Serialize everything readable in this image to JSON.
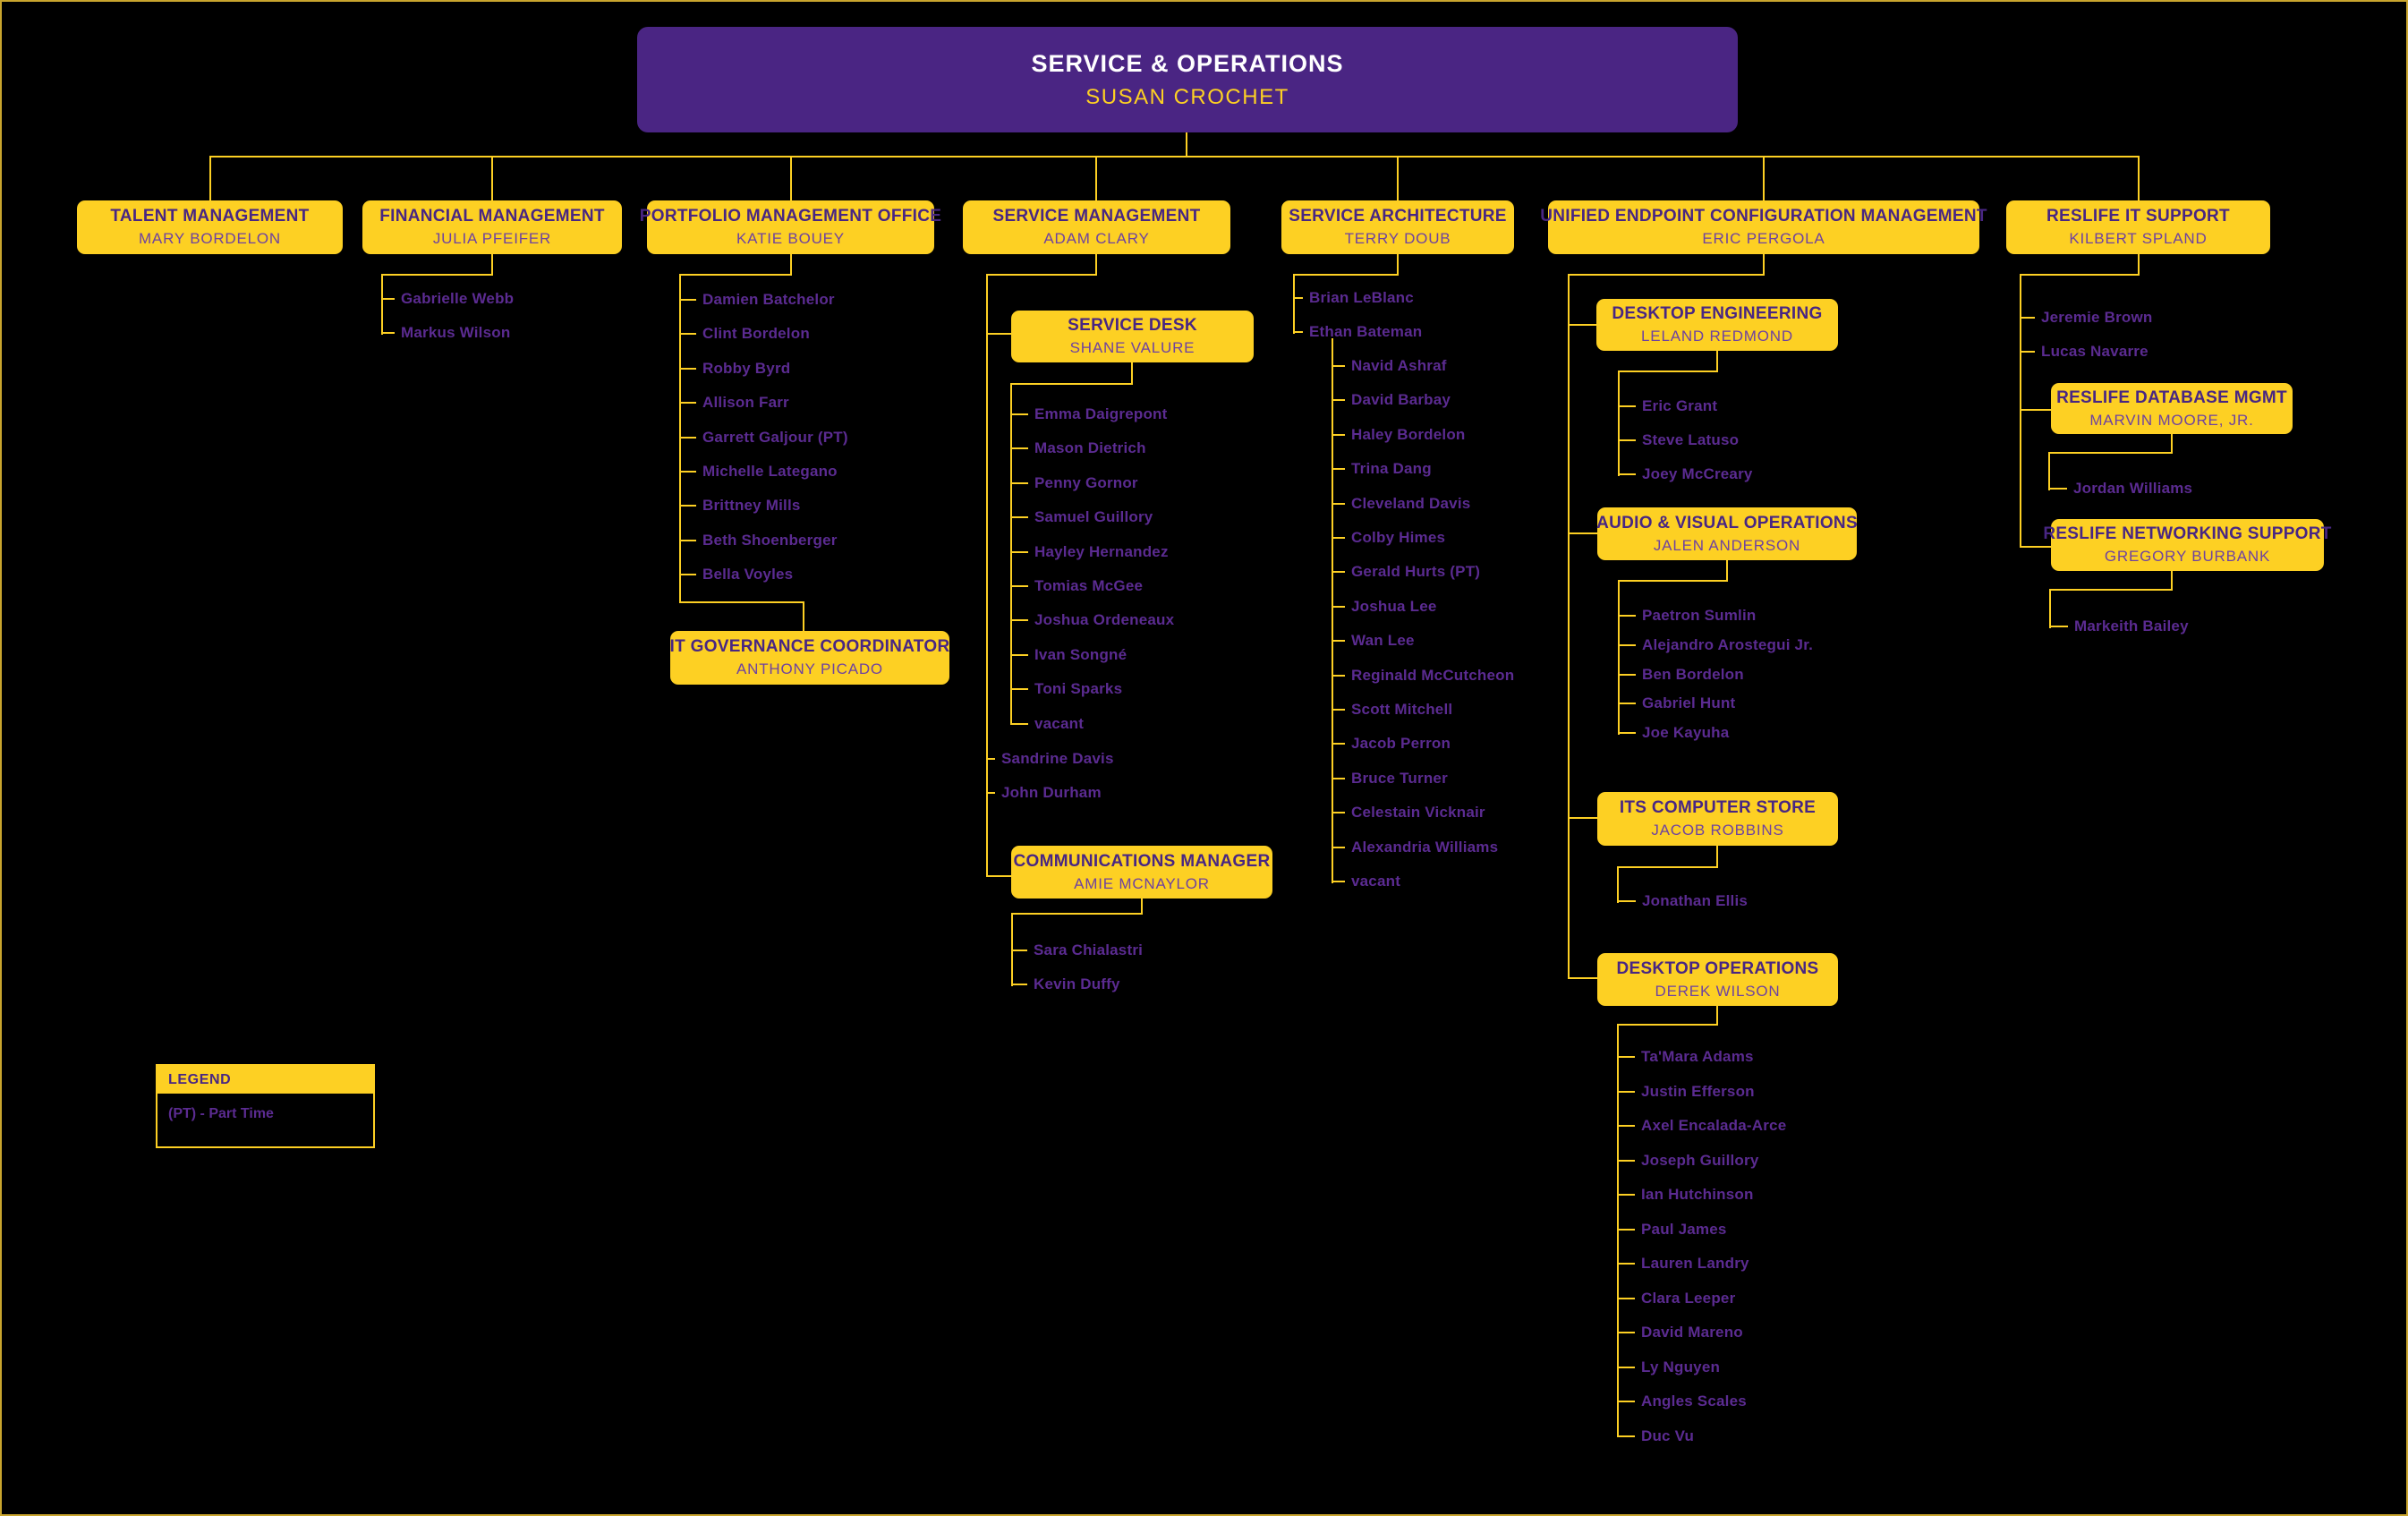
{
  "colors": {
    "background": "#000000",
    "gold": "#FDD023",
    "purple_header_bg": "#4A2583",
    "box_title_text": "#482683",
    "box_name_text": "#6E42A1",
    "leaf_text": "#5B2B91",
    "header_title_text": "#FFFFFF"
  },
  "header": {
    "title": "SERVICE & OPERATIONS",
    "name": "SUSAN CROCHET"
  },
  "legend": {
    "title": "LEGEND",
    "entry": "(PT) - Part Time"
  },
  "org": {
    "talent": {
      "title": "TALENT MANAGEMENT",
      "name": "MARY BORDELON"
    },
    "financial": {
      "title": "FINANCIAL MANAGEMENT",
      "name": "JULIA PFEIFER",
      "staff": [
        "Gabrielle Webb",
        "Markus Wilson"
      ]
    },
    "portfolio": {
      "title": "PORTFOLIO MANAGEMENT OFFICE",
      "name": "KATIE BOUEY",
      "staff": [
        "Damien Batchelor",
        "Clint Bordelon",
        "Robby Byrd",
        "Allison Farr",
        "Garrett Galjour (PT)",
        "Michelle Lategano",
        "Brittney Mills",
        "Beth Shoenberger",
        "Bella Voyles"
      ]
    },
    "it_governance": {
      "title": "IT GOVERNANCE COORDINATOR",
      "name": "ANTHONY PICADO"
    },
    "service_management": {
      "title": "SERVICE MANAGEMENT",
      "name": "ADAM CLARY",
      "staff": [
        "Sandrine Davis",
        "John Durham"
      ]
    },
    "service_desk": {
      "title": "SERVICE DESK",
      "name": "SHANE VALURE",
      "staff": [
        "Emma Daigrepont",
        "Mason Dietrich",
        "Penny Gornor",
        "Samuel Guillory",
        "Hayley Hernandez",
        "Tomias McGee",
        "Joshua Ordeneaux",
        "Ivan Songné",
        "Toni Sparks",
        "vacant"
      ]
    },
    "communications_manager": {
      "title": "COMMUNICATIONS MANAGER",
      "name": "AMIE MCNAYLOR",
      "staff": [
        "Sara Chialastri",
        "Kevin Duffy"
      ]
    },
    "service_architecture": {
      "title": "SERVICE ARCHITECTURE",
      "name": "TERRY DOUB",
      "leads": [
        "Brian LeBlanc",
        "Ethan Bateman"
      ],
      "team": [
        "Navid Ashraf",
        "David Barbay",
        "Haley Bordelon",
        "Trina Dang",
        "Cleveland Davis",
        "Colby Himes",
        "Gerald Hurts (PT)",
        "Joshua Lee",
        "Wan Lee",
        "Reginald McCutcheon",
        "Scott Mitchell",
        "Jacob Perron",
        "Bruce Turner",
        "Celestain Vicknair",
        "Alexandria Williams",
        "vacant"
      ]
    },
    "uecm": {
      "title": "UNIFIED ENDPOINT CONFIGURATION MANAGEMENT",
      "name": "ERIC PERGOLA"
    },
    "desktop_engineering": {
      "title": "DESKTOP ENGINEERING",
      "name": "LELAND REDMOND",
      "staff": [
        "Eric Grant",
        "Steve Latuso",
        "Joey McCreary"
      ]
    },
    "audio_visual_operations": {
      "title": "AUDIO & VISUAL OPERATIONS",
      "name": "JALEN ANDERSON",
      "staff": [
        "Paetron Sumlin",
        "Alejandro Arostegui Jr.",
        "Ben Bordelon",
        "Gabriel Hunt",
        "Joe Kayuha"
      ]
    },
    "its_computer_store": {
      "title": "ITS COMPUTER STORE",
      "name": "JACOB ROBBINS",
      "staff": [
        "Jonathan Ellis"
      ]
    },
    "desktop_operations": {
      "title": "DESKTOP OPERATIONS",
      "name": "DEREK WILSON",
      "staff": [
        "Ta'Mara Adams",
        "Justin Efferson",
        "Axel Encalada-Arce",
        "Joseph Guillory",
        "Ian Hutchinson",
        "Paul James",
        "Lauren Landry",
        "Clara Leeper",
        "David Mareno",
        "Ly Nguyen",
        "Angles Scales",
        "Duc Vu"
      ]
    },
    "reslife_it_support": {
      "title": "RESLIFE IT SUPPORT",
      "name": "KILBERT SPLAND",
      "staff": [
        "Jeremie Brown",
        "Lucas Navarre"
      ]
    },
    "reslife_database_mgmt": {
      "title": "RESLIFE DATABASE MGMT",
      "name": "MARVIN MOORE, JR.",
      "staff": [
        "Jordan Williams"
      ]
    },
    "reslife_networking_support": {
      "title": "RESLIFE NETWORKING SUPPORT",
      "name": "GREGORY BURBANK",
      "staff": [
        "Markeith Bailey"
      ]
    }
  }
}
